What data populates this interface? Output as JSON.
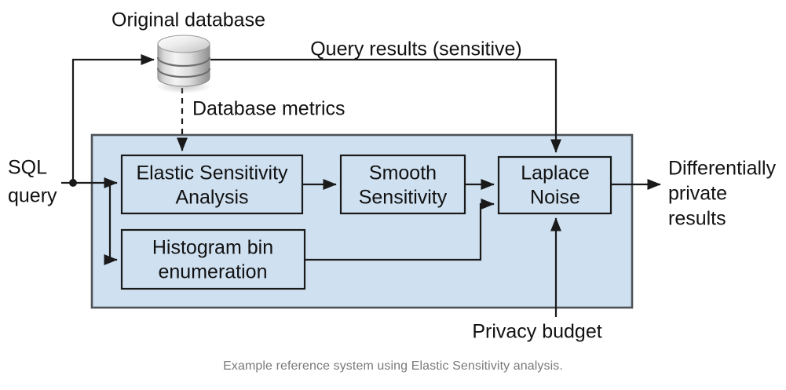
{
  "figure": {
    "caption": "Example reference system using Elastic Sensitivity analysis.",
    "colors": {
      "container_fill": "#cfe0f0",
      "container_stroke": "#4d5358",
      "node_fill": "#cfe0f0",
      "node_stroke": "#1a1a1a",
      "text": "#111111",
      "caption_text": "#7a7a7a",
      "background": "#ffffff",
      "cylinder_light": "#f2f2f2",
      "cylinder_dark": "#9a9a9a"
    }
  },
  "nodes": {
    "database": {
      "label": "Original database",
      "icon": "database-cylinder-icon"
    },
    "elastic_sensitivity": {
      "line1": "Elastic Sensitivity",
      "line2": "Analysis"
    },
    "histogram": {
      "line1": "Histogram bin",
      "line2": "enumeration"
    },
    "smooth_sensitivity": {
      "line1": "Smooth",
      "line2": "Sensitivity"
    },
    "laplace_noise": {
      "line1": "Laplace",
      "line2": "Noise"
    }
  },
  "io_labels": {
    "input_line1": "SQL",
    "input_line2": "query",
    "output_line1": "Differentially",
    "output_line2": "private",
    "output_line3": "results",
    "privacy_budget": "Privacy budget"
  },
  "edge_labels": {
    "query_results": "Query results (sensitive)",
    "database_metrics": "Database metrics"
  }
}
